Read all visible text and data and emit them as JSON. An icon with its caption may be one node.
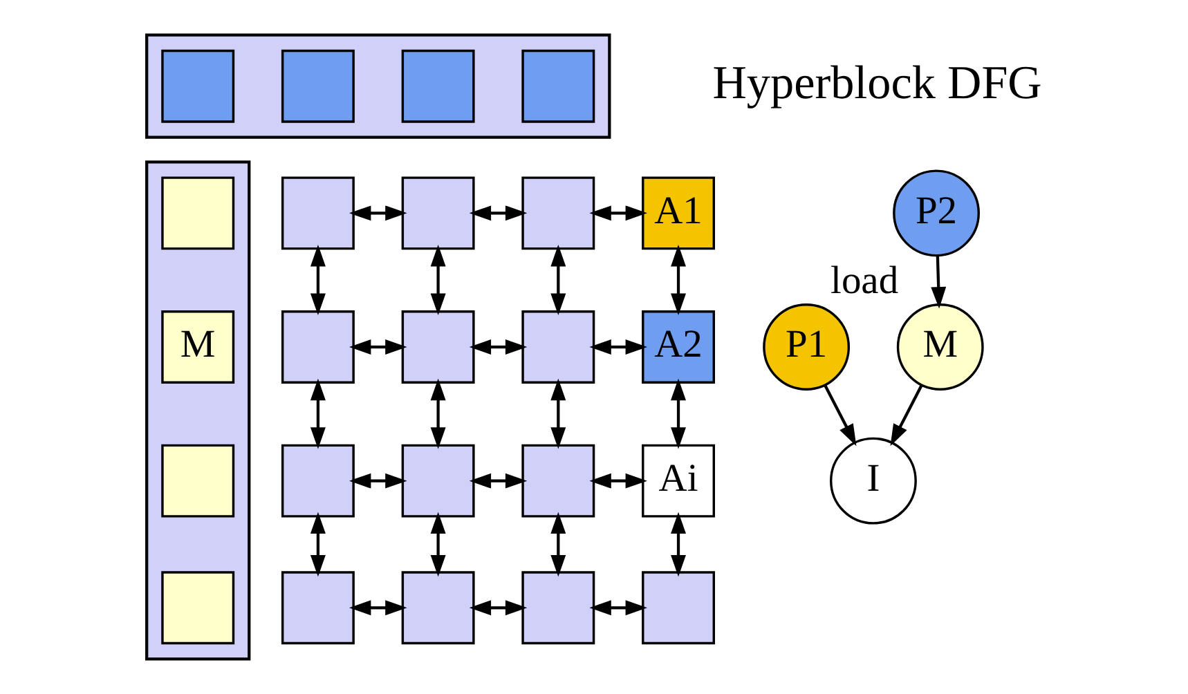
{
  "diagram": {
    "nodes": [
      {
        "text": [],
        "shape": "bar"
      },
      {
        "text": [],
        "shape": "box",
        "in": 0
      },
      {
        "text": [],
        "shape": "box",
        "in": 0
      },
      {
        "text": [],
        "shape": "box",
        "in": 0
      },
      {
        "text": [],
        "shape": "box",
        "in": 0
      },
      {
        "text": [],
        "shape": "box"
      },
      {
        "text": [],
        "shape": "box"
      },
      {
        "text": [],
        "shape": "box"
      },
      {
        "text": [
          "A1"
        ]
      },
      {
        "text": [],
        "shape": "box"
      },
      {
        "text": [],
        "shape": "box"
      },
      {
        "text": [],
        "shape": "box"
      },
      {
        "text": [
          "A2"
        ]
      },
      {
        "text": [],
        "shape": "box"
      },
      {
        "text": [],
        "shape": "box"
      },
      {
        "text": [],
        "shape": "box"
      },
      {
        "text": [
          "Ai"
        ]
      },
      {
        "text": [],
        "shape": "box"
      },
      {
        "text": [],
        "shape": "box"
      },
      {
        "text": [],
        "shape": "box"
      },
      {
        "text": [],
        "shape": "box"
      },
      {
        "text": [],
        "shape": "bar"
      },
      {
        "text": [],
        "shape": "box",
        "in": 21
      },
      {
        "text": [
          "M"
        ],
        "in": 21
      },
      {
        "text": [],
        "shape": "box",
        "in": 21
      },
      {
        "text": [],
        "shape": "box",
        "in": 21
      },
      {
        "text": [
          "P1"
        ]
      },
      {
        "text": [
          "P2"
        ]
      },
      {
        "text": [
          "M"
        ],
        "beside": [
          "load"
        ]
      },
      {
        "text": [
          "I"
        ]
      }
    ],
    "edges": [
      {
        "from": 5,
        "to": 6,
        "arrow": "both"
      },
      {
        "from": 6,
        "to": 7,
        "arrow": "both"
      },
      {
        "from": 7,
        "to": 8,
        "arrow": "both"
      },
      {
        "from": 5,
        "to": 9,
        "arrow": "both"
      },
      {
        "from": 6,
        "to": 10,
        "arrow": "both"
      },
      {
        "from": 7,
        "to": 11,
        "arrow": "both"
      },
      {
        "from": 8,
        "to": 12,
        "arrow": "both"
      },
      {
        "from": 9,
        "to": 10,
        "arrow": "both"
      },
      {
        "from": 10,
        "to": 11,
        "arrow": "both"
      },
      {
        "from": 11,
        "to": 12,
        "arrow": "both"
      },
      {
        "from": 9,
        "to": 13,
        "arrow": "both"
      },
      {
        "from": 10,
        "to": 14,
        "arrow": "both"
      },
      {
        "from": 11,
        "to": 15,
        "arrow": "both"
      },
      {
        "from": 12,
        "to": 16,
        "arrow": "both"
      },
      {
        "from": 13,
        "to": 14,
        "arrow": "both"
      },
      {
        "from": 14,
        "to": 15,
        "arrow": "both"
      },
      {
        "from": 15,
        "to": 16,
        "arrow": "both"
      },
      {
        "from": 13,
        "to": 17,
        "arrow": "both"
      },
      {
        "from": 14,
        "to": 18,
        "arrow": "both"
      },
      {
        "from": 15,
        "to": 19,
        "arrow": "both"
      },
      {
        "from": 16,
        "to": 20,
        "arrow": "both"
      },
      {
        "from": 17,
        "to": 18,
        "arrow": "both"
      },
      {
        "from": 18,
        "to": 19,
        "arrow": "both"
      },
      {
        "from": 19,
        "to": 20,
        "arrow": "both"
      },
      {
        "from": 26,
        "to": 29,
        "arrow": "to"
      },
      {
        "from": 27,
        "to": 28,
        "arrow": "to"
      },
      {
        "from": 28,
        "to": 29,
        "arrow": "to"
      }
    ],
    "labels": [
      "Hyperblock DFG"
    ]
  }
}
